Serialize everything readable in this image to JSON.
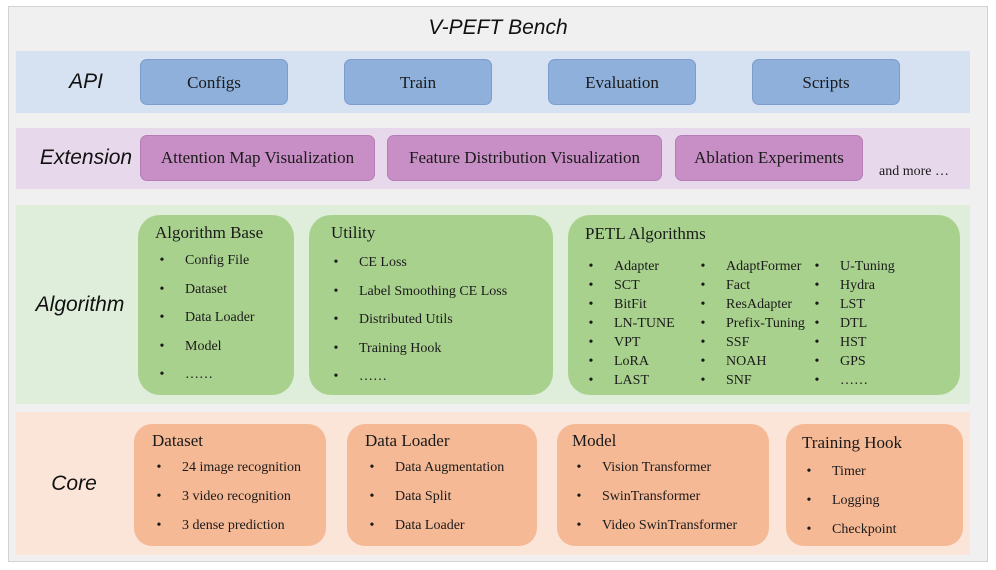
{
  "title": "V-PEFT Bench",
  "layers": {
    "api": {
      "label": "API",
      "items": [
        "Configs",
        "Train",
        "Evaluation",
        "Scripts"
      ]
    },
    "extension": {
      "label": "Extension",
      "items": [
        "Attention Map Visualization",
        "Feature Distribution Visualization",
        "Ablation Experiments"
      ],
      "more": "and more …"
    },
    "algorithm": {
      "label": "Algorithm",
      "cards": [
        {
          "title": "Algorithm Base",
          "items": [
            "Config File",
            "Dataset",
            "Data Loader",
            "Model",
            "……"
          ]
        },
        {
          "title": "Utility",
          "items": [
            "CE Loss",
            "Label Smoothing CE Loss",
            "Distributed Utils",
            "Training Hook",
            "……"
          ]
        },
        {
          "title": "PETL Algorithms",
          "columns": [
            [
              "Adapter",
              "SCT",
              "BitFit",
              "LN-TUNE",
              "VPT",
              "LoRA",
              "LAST"
            ],
            [
              "AdaptFormer",
              "Fact",
              "ResAdapter",
              "Prefix-Tuning",
              "SSF",
              "NOAH",
              "SNF"
            ],
            [
              "U-Tuning",
              "Hydra",
              "LST",
              "DTL",
              "HST",
              "GPS",
              "……"
            ]
          ]
        }
      ]
    },
    "core": {
      "label": "Core",
      "cards": [
        {
          "title": "Dataset",
          "items": [
            "24 image recognition",
            "3 video recognition",
            "3 dense prediction"
          ]
        },
        {
          "title": "Data Loader",
          "items": [
            "Data Augmentation",
            "Data Split",
            "Data Loader"
          ]
        },
        {
          "title": "Model",
          "items": [
            "Vision Transformer",
            "SwinTransformer",
            "Video SwinTransformer"
          ]
        },
        {
          "title": "Training Hook",
          "items": [
            "Timer",
            "Logging",
            "Checkpoint"
          ]
        }
      ]
    }
  },
  "bullet": "•",
  "colors": {
    "frame": "#f0f0f0",
    "api_band": "#d6e2f1",
    "api_pill": "#8eb0da",
    "extension_band": "#e8d8ec",
    "extension_pill": "#c88fc6",
    "algorithm_band": "#dfeeda",
    "algorithm_card": "#a9d18e",
    "core_band": "#fbe5d8",
    "core_card": "#f5b996"
  }
}
